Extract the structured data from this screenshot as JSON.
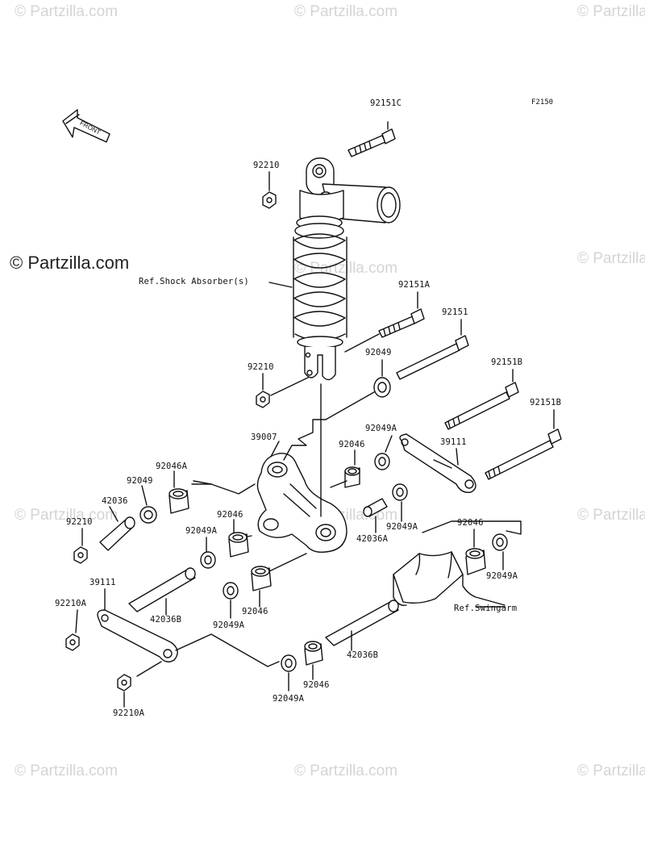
{
  "watermark": "© Partzilla.com",
  "watermark_main": "© Partzilla.com",
  "figure_code": "F2150",
  "front_arrow_text": "FRONT",
  "refs": {
    "shock": "Ref.Shock Absorber(s)",
    "swingarm": "Ref.Swingarm"
  },
  "labels": {
    "l92151C": "92151C",
    "l92210_top": "92210",
    "l92151A": "92151A",
    "l92151": "92151",
    "l92049_mid": "92049",
    "l92210_mid": "92210",
    "l92151B_1": "92151B",
    "l92151B_2": "92151B",
    "l92049A_r": "92049A",
    "l39111_r": "39111",
    "l39007": "39007",
    "l92046_c": "92046",
    "l92046A": "92046A",
    "l92049_l": "92049",
    "l42036": "42036",
    "l92210_l": "92210",
    "l92046_l": "92046",
    "l92049A_l": "92049A",
    "l42036A": "42036A",
    "l92049A_c": "92049A",
    "l92046_r": "92046",
    "l92049A_rr": "92049A",
    "l39111_l": "39111",
    "l42036B_l": "42036B",
    "l92046_b": "92046",
    "l92049A_b": "92049A",
    "l92210A_1": "92210A",
    "l42036B_r": "42036B",
    "l92046_bb": "92046",
    "l92049A_bb": "92049A",
    "l92210A_2": "92210A"
  }
}
